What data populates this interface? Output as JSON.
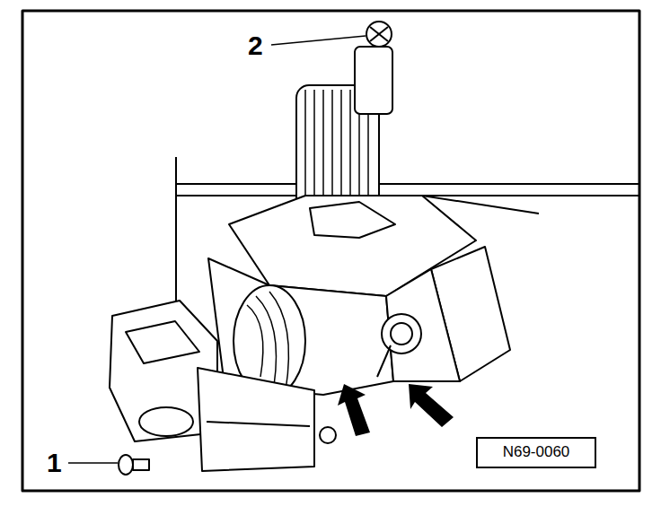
{
  "diagram": {
    "nodes": [
      {
        "text": [
          "N69-0060"
        ]
      }
    ],
    "labels": [
      "2",
      "1"
    ]
  }
}
